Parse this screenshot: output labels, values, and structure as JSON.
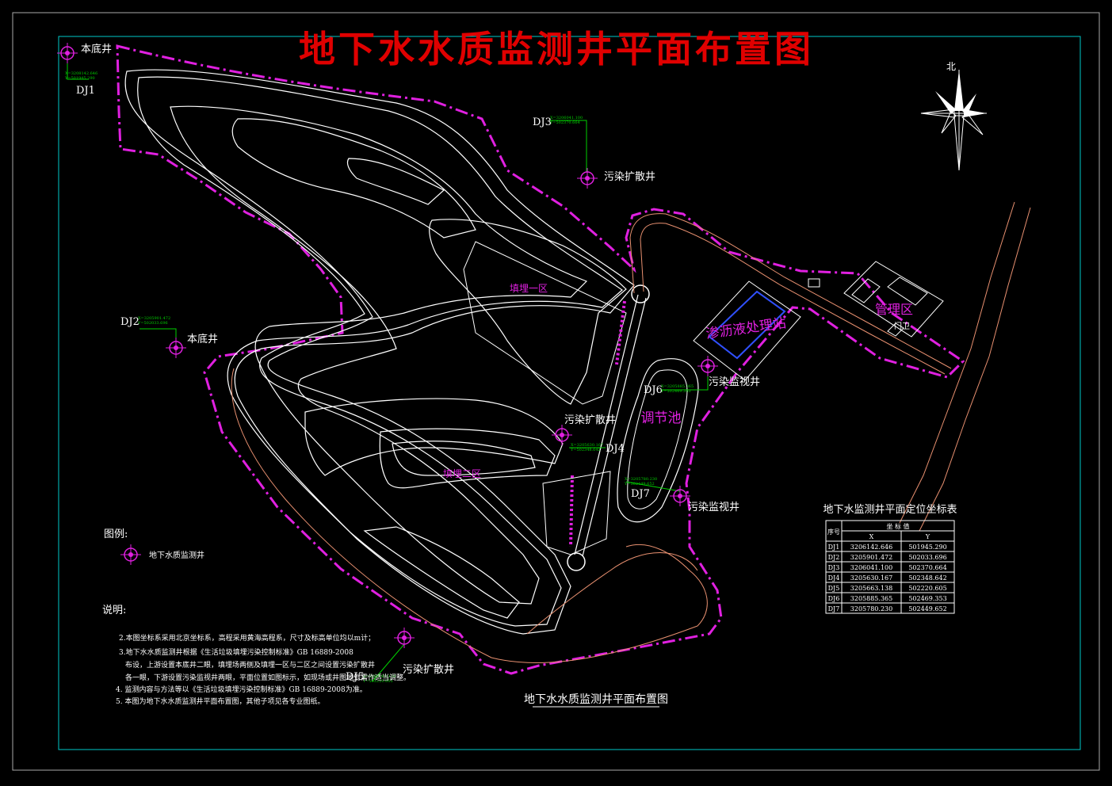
{
  "title": "地下水水质监测井平面布置图",
  "subtitle": "地下水水质监测井平面布置图",
  "north_label": "北",
  "colors": {
    "background": "#000000",
    "frame": "#00c8c8",
    "title": "#e00000",
    "boundary": "#e020e0",
    "contour": "#ffffff",
    "leader": "#00d000",
    "road": "#e89070",
    "well_symbol": "#e020e0",
    "label": "#ffffff"
  },
  "areas": {
    "zone1": "填埋一区",
    "zone2": "填埋二区",
    "leachate_plant": "渗沥液处理站",
    "regulating_pond": "调节池",
    "management": "管理区",
    "gate": "门卫"
  },
  "wells": [
    {
      "id": "DJ1",
      "type": "本底井",
      "coords": [
        "X=3208142.646",
        "Y=501945.290"
      ]
    },
    {
      "id": "DJ2",
      "type": "本底井",
      "coords": [
        "X=3205901.472",
        "Y=502033.696"
      ]
    },
    {
      "id": "DJ3",
      "type": "污染扩散井",
      "coords": [
        "X=3206041.100",
        "Y=502370.664"
      ]
    },
    {
      "id": "DJ4",
      "type": "污染扩散井",
      "coords": [
        "X=3205630.167",
        "Y=502348.642"
      ]
    },
    {
      "id": "DJ5",
      "type": "污染扩散井",
      "coords": [
        "X=3205663.138",
        "Y=502220.605"
      ]
    },
    {
      "id": "DJ6",
      "type": "污染监视井",
      "coords": [
        "X=3205885.365",
        "Y=502469.353"
      ]
    },
    {
      "id": "DJ7",
      "type": "污染监视井",
      "coords": [
        "X=3205780.230",
        "Y=502449.652"
      ]
    }
  ],
  "legend": {
    "title": "图例:",
    "item": "地下水质监测井"
  },
  "notes": {
    "title": "说明:",
    "lines": [
      "2.本图坐标系采用北京坐标系，高程采用黄海高程系，尺寸及标高单位均以m计；",
      "3.地下水水质监测井根据《生活垃圾填埋污染控制标准》GB 16889-2008",
      "布设，上游设置本底井二眼，填埋场两侧及填埋一区与二区之间设置污染扩散井",
      "各一眼，下游设置污染监视井两眼，平面位置如图标示，如现场或井图地处需作适当调整。",
      "4. 监测内容与方法等以《生活垃圾填埋污染控制标准》GB 16889-2008为准。",
      "5. 本图为地下水水质监测井平面布置图，其他子项见各专业图纸。"
    ]
  },
  "coord_table": {
    "title": "地下水监测井平面定位坐标表",
    "header_no": "序号",
    "header_coord": "坐  标  值",
    "header_x": "X",
    "header_y": "Y",
    "rows": [
      {
        "no": "DJ1",
        "x": "3206142.646",
        "y": "501945.290"
      },
      {
        "no": "DJ2",
        "x": "3205901.472",
        "y": "502033.696"
      },
      {
        "no": "DJ3",
        "x": "3206041.100",
        "y": "502370.664"
      },
      {
        "no": "DJ4",
        "x": "3205630.167",
        "y": "502348.642"
      },
      {
        "no": "DJ5",
        "x": "3205663.138",
        "y": "502220.605"
      },
      {
        "no": "DJ6",
        "x": "3205885.365",
        "y": "502469.353"
      },
      {
        "no": "DJ7",
        "x": "3205780.230",
        "y": "502449.652"
      }
    ]
  }
}
